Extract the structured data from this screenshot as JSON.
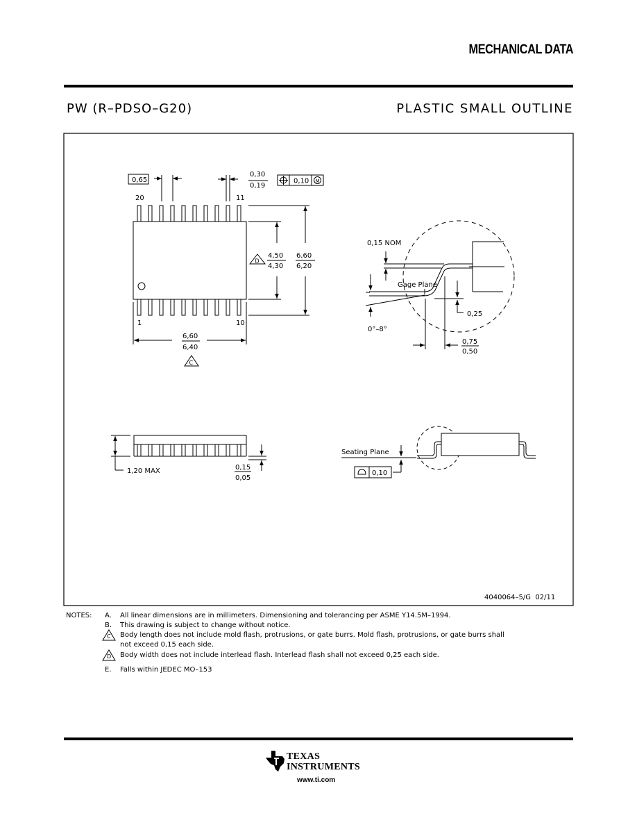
{
  "header": {
    "title": "MECHANICAL DATA",
    "package_code": "PW (R–PDSO–G20)",
    "package_type": "PLASTIC SMALL OUTLINE"
  },
  "top_view": {
    "pitch": "0,65",
    "lead_width_max": "0,30",
    "lead_width_min": "0,19",
    "position_tolerance": "0,10",
    "position_modifier": "M",
    "pin_20": "20",
    "pin_11": "11",
    "pin_1": "1",
    "pin_10": "10",
    "body_width_max": "4,50",
    "body_width_min": "4,30",
    "body_width_note": "D",
    "overall_width_max": "6,60",
    "overall_width_min": "6,20",
    "body_length_max": "6,60",
    "body_length_min": "6,40",
    "body_length_note": "C"
  },
  "detail_view": {
    "lead_thickness": "0,15 NOM",
    "gage_plane": "Gage Plane",
    "gage_height": "0,25",
    "angle": "0°–8°",
    "foot_length_max": "0,75",
    "foot_length_min": "0,50"
  },
  "side_view": {
    "height_max": "1,20 MAX",
    "standoff_max": "0,15",
    "standoff_min": "0,05",
    "seating_plane": "Seating Plane",
    "flatness": "0,10"
  },
  "drawing_number": "4040064–5/G  02/11",
  "notes": {
    "label": "NOTES:",
    "items": [
      {
        "key": "A.",
        "text": "All linear dimensions are in millimeters.  Dimensioning and tolerancing per ASME Y14.5M–1994."
      },
      {
        "key": "B.",
        "text": "This drawing is subject to change without notice."
      },
      {
        "key": "C",
        "text": "Body length does not include mold flash, protrusions, or gate burrs.  Mold flash, protrusions, or gate burrs shall"
      },
      {
        "key": "",
        "text": "not exceed 0,15 each side."
      },
      {
        "key": "D",
        "text": "Body width does not include interlead flash.  Interlead flash shall not exceed 0,25 each side."
      },
      {
        "key": "E.",
        "text": "Falls within JEDEC MO–153"
      }
    ]
  },
  "footer": {
    "company_line1": "TEXAS",
    "company_line2": "INSTRUMENTS",
    "website": "www.ti.com"
  }
}
